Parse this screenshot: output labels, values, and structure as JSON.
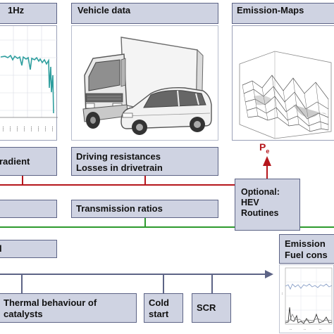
{
  "boxes": {
    "speed_header": "1Hz",
    "vehicle_data": "Vehicle data",
    "emission_maps": "Emission-Maps",
    "gradient": "radient",
    "driving_resistances": "Driving resistances",
    "losses_drivetrain": "Losses in drivetrain",
    "transmission_ratios": "Transmission ratios",
    "optional_line1": "Optional:",
    "optional_line2": "HEV",
    "optional_line3": "Routines",
    "fuel_left": "l",
    "emission_out_line1": "Emission",
    "emission_out_line2": "Fuel cons",
    "thermal_line1": "Thermal behaviour of",
    "thermal_line2": "catalysts",
    "cold_line1": "Cold",
    "cold_line2": "start",
    "scr": "SCR"
  },
  "map_label": "P",
  "map_label_sub": "e",
  "colors": {
    "box_fill": "#cfd3e2",
    "box_border": "#5d6486",
    "signal_red": "#b5161c",
    "signal_green": "#2d9a2d",
    "trace_teal": "#2f9f9f"
  },
  "icons": [
    "truck-image",
    "car-image",
    "surface-plot-image",
    "speed-trace-image",
    "emission-trace-image"
  ]
}
